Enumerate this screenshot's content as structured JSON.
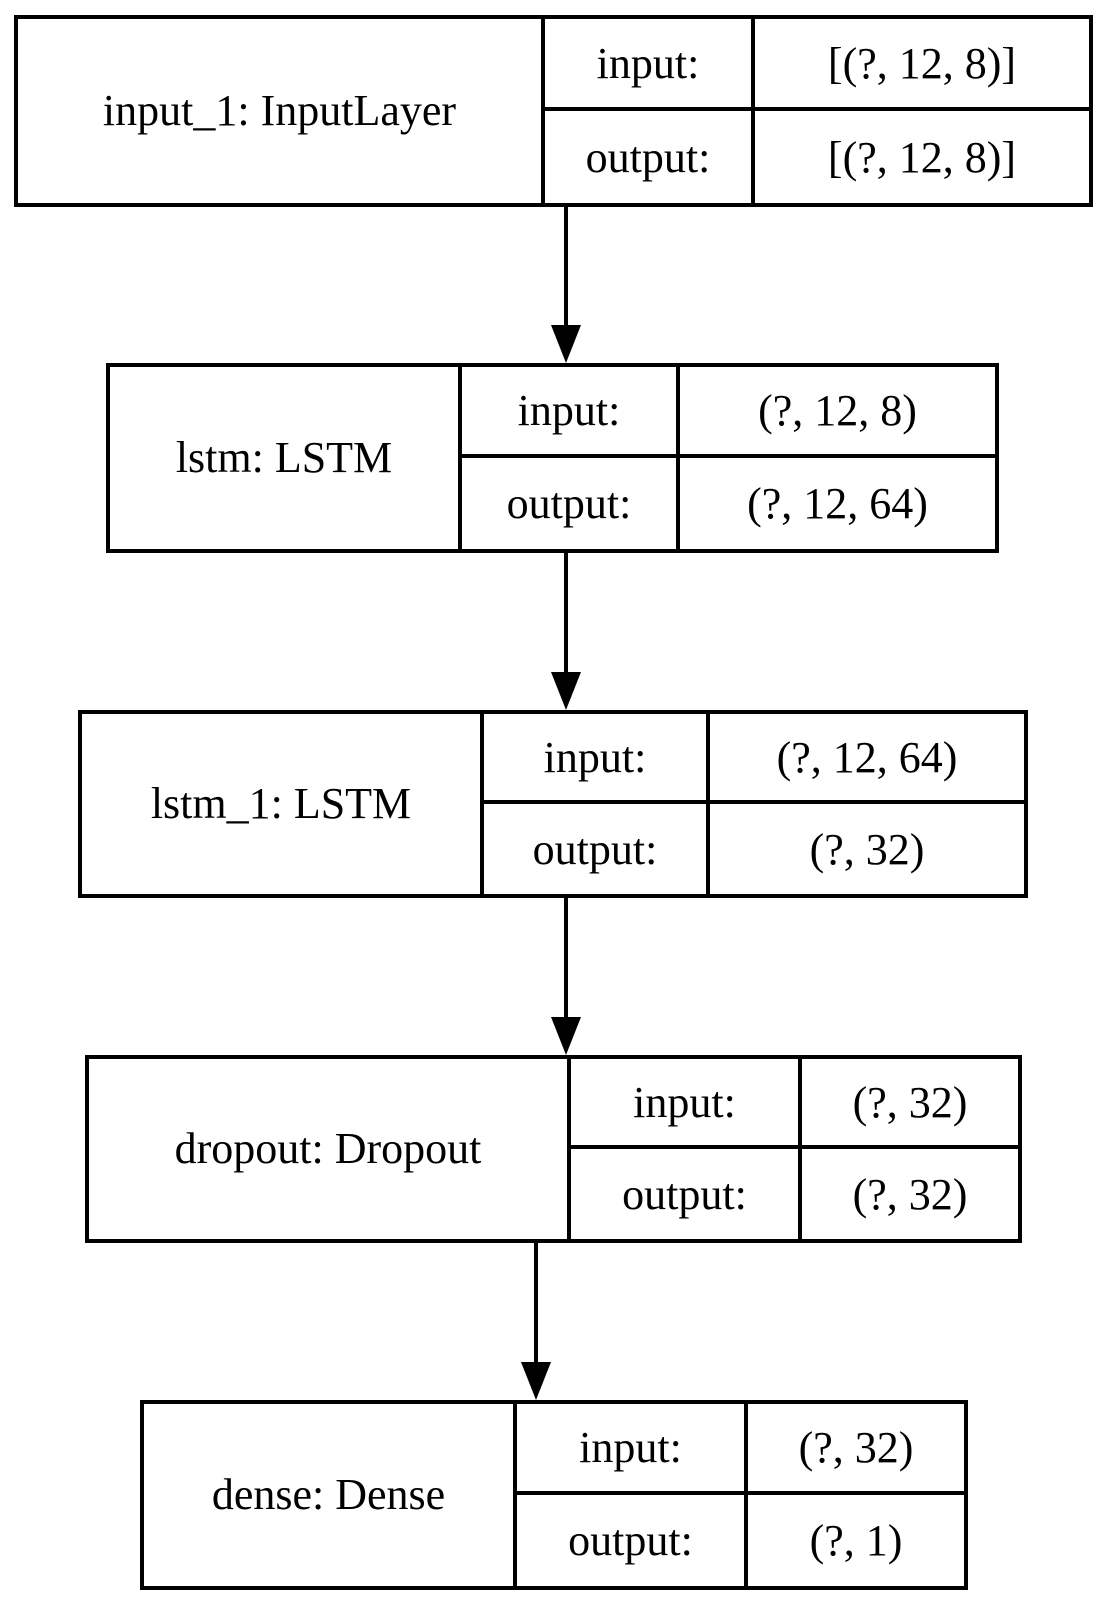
{
  "diagram": {
    "title": "Keras model architecture graph",
    "background_color": "#ffffff",
    "line_color": "#000000",
    "row_labels": {
      "input": "input:",
      "output": "output:"
    },
    "nodes": [
      {
        "id": "input_1",
        "name": "input_1: InputLayer",
        "input": "[(?, 12, 8)]",
        "output": "[(?, 12, 8)]"
      },
      {
        "id": "lstm",
        "name": "lstm: LSTM",
        "input": "(?, 12, 8)",
        "output": "(?, 12, 64)"
      },
      {
        "id": "lstm_1",
        "name": "lstm_1: LSTM",
        "input": "(?, 12, 64)",
        "output": "(?, 32)"
      },
      {
        "id": "dropout",
        "name": "dropout: Dropout",
        "input": "(?, 32)",
        "output": "(?, 32)"
      },
      {
        "id": "dense",
        "name": "dense: Dense",
        "input": "(?, 32)",
        "output": "(?, 1)"
      }
    ],
    "edges": [
      {
        "from": "input_1",
        "to": "lstm"
      },
      {
        "from": "lstm",
        "to": "lstm_1"
      },
      {
        "from": "lstm_1",
        "to": "dropout"
      },
      {
        "from": "dropout",
        "to": "dense"
      }
    ]
  }
}
